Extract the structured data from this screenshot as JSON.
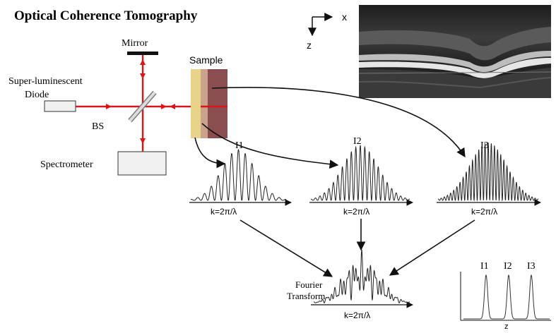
{
  "title": "Optical Coherence Tomography",
  "labels": {
    "mirror": "Mirror",
    "sample": "Sample",
    "source_line1": "Super-luminescent",
    "source_line2": "Diode",
    "bs": "BS",
    "spectrometer": "Spectrometer",
    "i1": "I1",
    "i2": "I2",
    "i3": "I3",
    "k_axis": "k=2π/λ",
    "fourier_line1": "Fourier",
    "fourier_line2": "Transform",
    "peak_i1": "I1",
    "peak_i2": "I2",
    "peak_i3": "I3",
    "z_bottom": "z",
    "x_axis": "x",
    "z_axis": "z"
  },
  "colors": {
    "beam": "#d8161a",
    "sample_layer1": "#e9d28a",
    "sample_layer2": "#c9a48a",
    "sample_layer3": "#8a4e50",
    "ink": "#222222"
  },
  "interferograms": [
    {
      "name": "I1",
      "fringes": 14
    },
    {
      "name": "I2",
      "fringes": 22
    },
    {
      "name": "I3",
      "fringes": 32
    }
  ],
  "image_description_icon": "retina-oct-scan"
}
